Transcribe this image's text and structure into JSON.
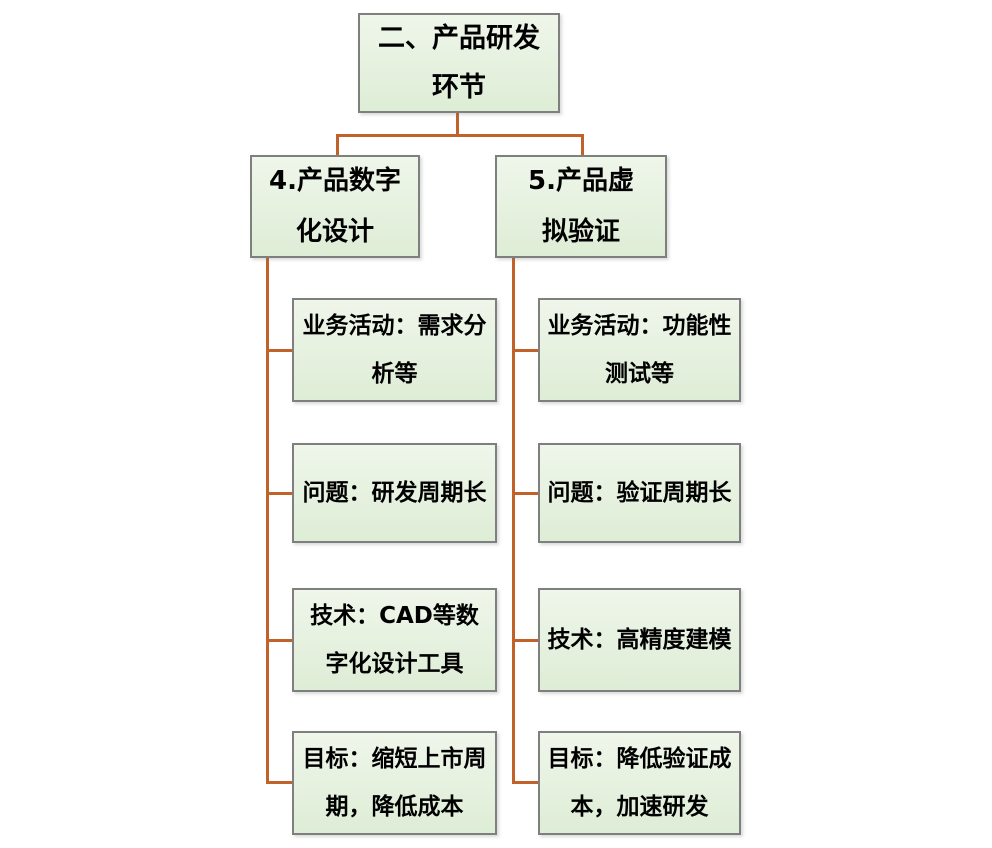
{
  "diagram": {
    "title_note": "product R&D process flowchart",
    "root": {
      "label": "二、产品研发\n环节"
    },
    "branches": [
      {
        "label": "4.产品数字\n化设计",
        "children": [
          {
            "label": "业务活动：需求分\n析等"
          },
          {
            "label": "问题：研发周期长"
          },
          {
            "label": "技术：CAD等数\n字化设计工具"
          },
          {
            "label": "目标：缩短上市周\n期，降低成本"
          }
        ]
      },
      {
        "label": "5.产品虚\n拟验证",
        "children": [
          {
            "label": "业务活动：功能性\n测试等"
          },
          {
            "label": "问题：验证周期长"
          },
          {
            "label": "技术：高精度建模"
          },
          {
            "label": "目标：降低验证成\n本，加速研发"
          }
        ]
      }
    ],
    "colors": {
      "box_fill_top": "#eff6ea",
      "box_fill_bottom": "#deedd6",
      "box_border": "#7f7f7f",
      "connector_color": "#c2622b",
      "text_color": "#000000"
    }
  }
}
